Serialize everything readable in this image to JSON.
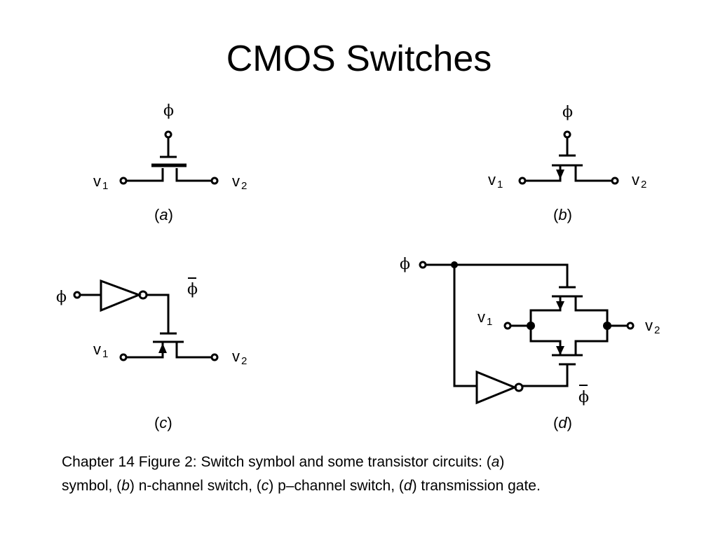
{
  "title": "CMOS Switches",
  "labels": {
    "v": "v",
    "one": "1",
    "two": "2",
    "phi": "ϕ",
    "a": "a",
    "b": "b",
    "c": "c",
    "d": "d",
    "paren_open": "(",
    "paren_close": ")"
  },
  "caption": {
    "line1_text": "Chapter 14 Figure 2: Switch symbol and some transistor circuits: (",
    "line1_a": "a",
    "line1_close": ")",
    "line2_start": "symbol, (",
    "b": "b",
    "part_b": ") n-channel switch, (",
    "c": "c",
    "part_c": ") p–channel switch, (",
    "d": "d",
    "part_d": ") transmission gate."
  }
}
